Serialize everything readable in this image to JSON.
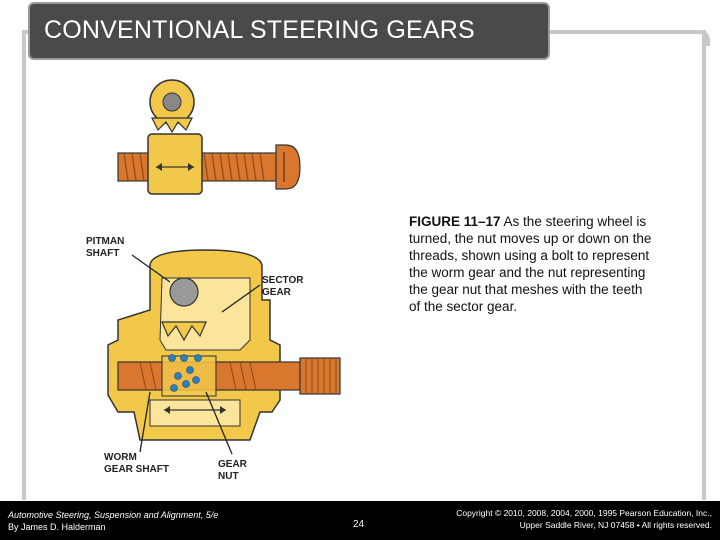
{
  "title": "CONVENTIONAL STEERING GEARS",
  "caption": {
    "figure_label": "FIGURE 11–17",
    "text": " As the steering wheel is turned, the nut moves up or down on the threads, shown using a bolt to represent the worm gear and the nut representing the gear nut that meshes with the teeth of the sector gear."
  },
  "diagram_labels": {
    "pitman_shaft_1": "PITMAN",
    "pitman_shaft_2": "SHAFT",
    "sector_gear_1": "SECTOR",
    "sector_gear_2": "GEAR",
    "worm_shaft_1": "WORM",
    "worm_shaft_2": "GEAR SHAFT",
    "gear_nut_1": "GEAR",
    "gear_nut_2": "NUT"
  },
  "footer": {
    "book_title": "Automotive Steering, Suspension and Alignment, 5/e",
    "author": "By James D. Halderman",
    "page_number": "24",
    "copyright_1": "Copyright © 2010, 2008, 2004, 2000, 1995 Pearson Education, Inc.,",
    "copyright_2": "Upper Saddle River, NJ 07458 • All rights reserved."
  },
  "colors": {
    "gear_yellow": "#f2c84b",
    "bolt_orange": "#d9772e",
    "title_bg": "#4a4a4a",
    "ball_blue": "#2a7fc0"
  }
}
